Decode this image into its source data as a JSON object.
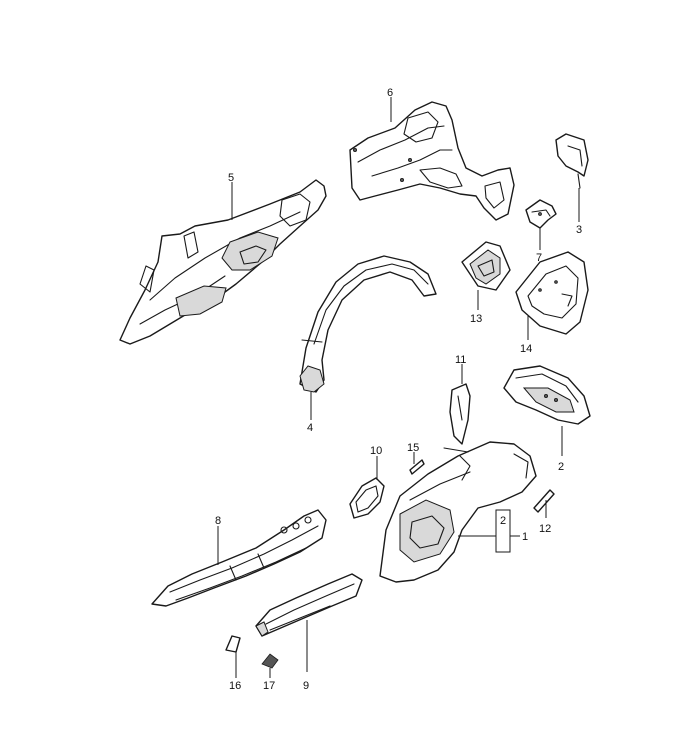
{
  "callouts": {
    "p1": "1",
    "p2a": "2",
    "p2b": "2",
    "p3": "3",
    "p4": "4",
    "p5": "5",
    "p6": "6",
    "p7": "7",
    "p8": "8",
    "p9": "9",
    "p10": "10",
    "p11": "11",
    "p12": "12",
    "p13": "13",
    "p14": "14",
    "p15": "15",
    "p16": "16",
    "p17": "17"
  },
  "colors": {
    "line": "#1a1a1a",
    "shade": "#d9d9d9",
    "background": "#ffffff"
  }
}
